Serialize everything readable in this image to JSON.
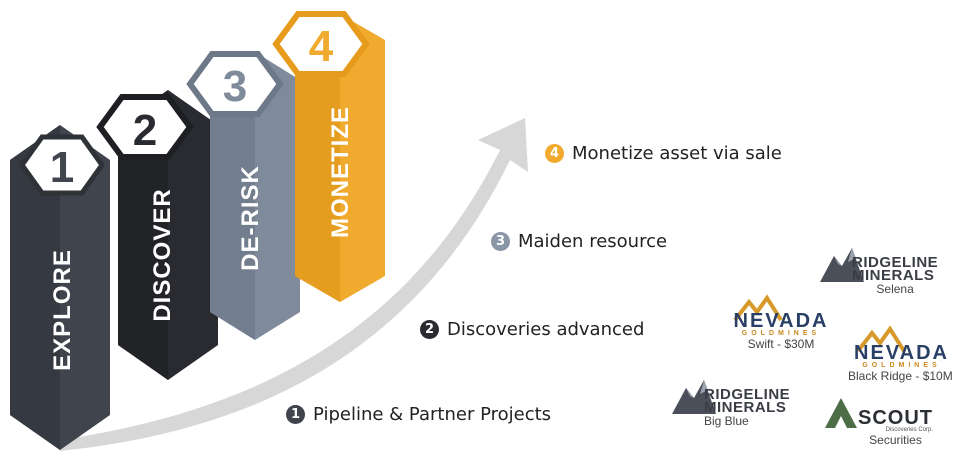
{
  "colors": {
    "explore": "#3f444d",
    "discover": "#2a2b30",
    "derisk": "#7f8a9a",
    "monetize": "#f0aa2e",
    "arrow": "#d5d5d5"
  },
  "steps": [
    {
      "number": "1",
      "label": "EXPLORE"
    },
    {
      "number": "2",
      "label": "DISCOVER"
    },
    {
      "number": "3",
      "label": "DE-RISK"
    },
    {
      "number": "4",
      "label": "MONETIZE"
    }
  ],
  "stages": [
    {
      "number": "4",
      "text": "Monetize asset via sale",
      "color": "#f0aa2e"
    },
    {
      "number": "3",
      "text": "Maiden resource",
      "color": "#8a95a5"
    },
    {
      "number": "2",
      "text": "Discoveries advanced",
      "color": "#2a2b30"
    },
    {
      "number": "1",
      "text": "Pipeline & Partner Projects",
      "color": "#3f444d"
    }
  ],
  "logos": {
    "ridgeline_top": {
      "line1": "RIDGELINE",
      "line2": "MINERALS",
      "caption": "Selena"
    },
    "nevada_left": {
      "name": "NEVADA",
      "sub": "GOLDMINES",
      "caption": "Swift - $30M"
    },
    "nevada_right": {
      "name": "NEVADA",
      "sub": "GOLDMINES",
      "caption": "Black Ridge - $10M"
    },
    "ridgeline_bottom": {
      "line1": "RIDGELINE",
      "line2": "MINERALS",
      "caption": "Big Blue"
    },
    "scout": {
      "name": "SCOUT",
      "sub": "Discoveries Corp.",
      "caption": "Securities"
    }
  }
}
